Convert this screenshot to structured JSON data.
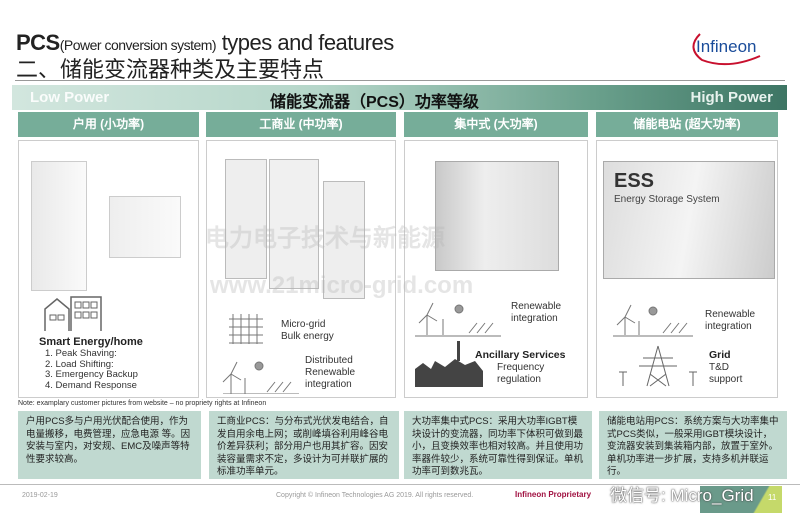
{
  "header": {
    "title_bold": "PCS",
    "title_small": "(Power conversion  system)",
    "title_rest": " types and features",
    "subtitle": "二、储能变流器种类及主要特点",
    "logo": "Infineon"
  },
  "banner": {
    "low": "Low Power",
    "title": "储能变流器（PCS）功率等级",
    "high": "High Power"
  },
  "columns": [
    {
      "header": "户用 (小功率)",
      "desc": "户用PCS多与户用光伏配合使用，作为电量搬移，电费管理，应急电源 等。因安装与室内，对安规、EMC及噪声等特性要求较高。",
      "icon_title": "Smart Energy/home",
      "items": [
        "1.  Peak Shaving:",
        "2.  Load Shifting:",
        "3.  Emergency Backup",
        "4.  Demand Response"
      ]
    },
    {
      "header": "工商业 (中功率)",
      "desc": "工商业PCS：与分布式光伏发电结合，自发自用余电上网；或削峰填谷利用峰谷电价差异获利；部分用户也用其扩容。因安装容量需求不定，多设计为可并联扩展的标准功率单元。",
      "label1": [
        "Micro-grid",
        "Bulk energy"
      ],
      "label2": [
        "Distributed",
        "Renewable",
        "integration"
      ]
    },
    {
      "header": "集中式 (大功率)",
      "desc": "大功率集中式PCS：采用大功率IGBT模块设计的变流器，同功率下体积可做到最小，且变换效率也相对较高。并且使用功率器件较少，系统可靠性得到保证。单机功率可到数兆瓦。",
      "label1": [
        "Renewable",
        "integration"
      ],
      "label2_bold": "Ancillary Services",
      "label2": [
        "Frequency",
        "regulation"
      ]
    },
    {
      "header": "储能电站 (超大功率)",
      "desc": "储能电站用PCS：系统方案与大功率集中式PCS类似，一般采用IGBT模块设计，变流器安装到集装箱内部，放置于室外。单机功率进一步扩展，支持多机并联运行。",
      "container_text": "ESS",
      "container_sub": "Energy Storage System",
      "label1": [
        "Renewable",
        "integration"
      ],
      "label2_bold": "Grid",
      "label2": [
        "T&D",
        "support"
      ]
    }
  ],
  "note": "Note: examplary customer pictures from website – no propriety rights at Infineon",
  "watermarks": [
    "电力电子技术与新能源",
    "www.21micro-grid.com"
  ],
  "footer": {
    "date": "2019-02-19",
    "copyright": "Copyright © Infineon Technologies AG 2019. All rights  reserved.",
    "proprietary": "Infineon Proprietary",
    "page": "11",
    "wechat": "微信号: Micro_Grid"
  },
  "colors": {
    "banner_dark": "#3d7564",
    "column_header": "#76ad99",
    "text_box": "#c0d9d0",
    "proprietary": "#a01040"
  }
}
